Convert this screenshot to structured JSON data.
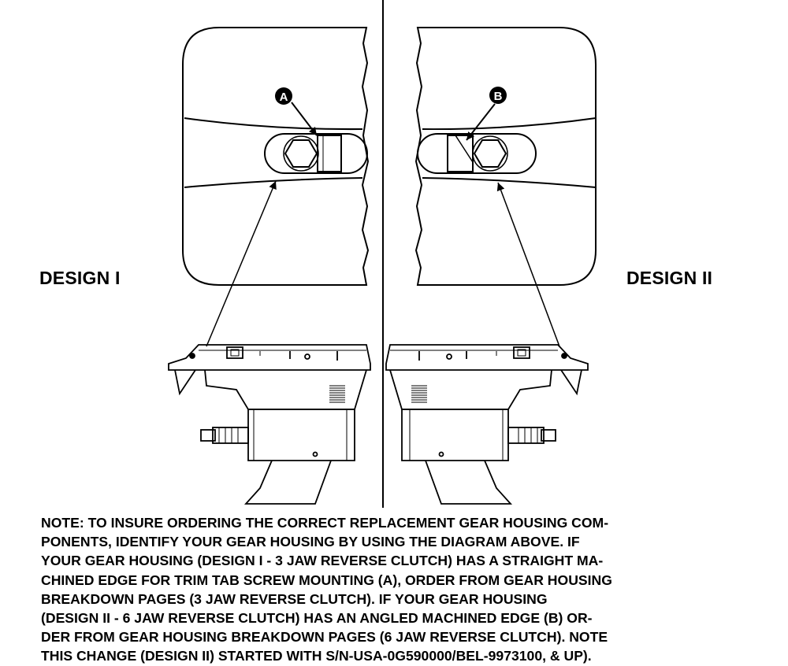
{
  "labels": {
    "design_left": "DESIGN I",
    "design_right": "DESIGN II",
    "callout_a": "A",
    "callout_b": "B"
  },
  "note": {
    "lines": [
      "NOTE: TO INSURE ORDERING THE CORRECT REPLACEMENT GEAR HOUSING COM-",
      "PONENTS, IDENTIFY YOUR GEAR HOUSING BY USING THE DIAGRAM ABOVE. IF",
      "YOUR GEAR HOUSING (DESIGN I - 3 JAW REVERSE CLUTCH) HAS A STRAIGHT MA-",
      "CHINED EDGE FOR TRIM TAB SCREW MOUNTING (A), ORDER FROM GEAR HOUSING",
      "BREAKDOWN PAGES (3 JAW REVERSE CLUTCH). IF YOUR GEAR HOUSING",
      "(DESIGN II - 6 JAW REVERSE CLUTCH) HAS AN ANGLED MACHINED EDGE (B) OR-",
      "DER FROM GEAR HOUSING BREAKDOWN PAGES (6 JAW REVERSE CLUTCH). NOTE",
      "THIS CHANGE (DESIGN II) STARTED WITH S/N-USA-0G590000/BEL-9973100, & UP)."
    ]
  },
  "colors": {
    "ink": "#000000",
    "paper": "#ffffff"
  }
}
